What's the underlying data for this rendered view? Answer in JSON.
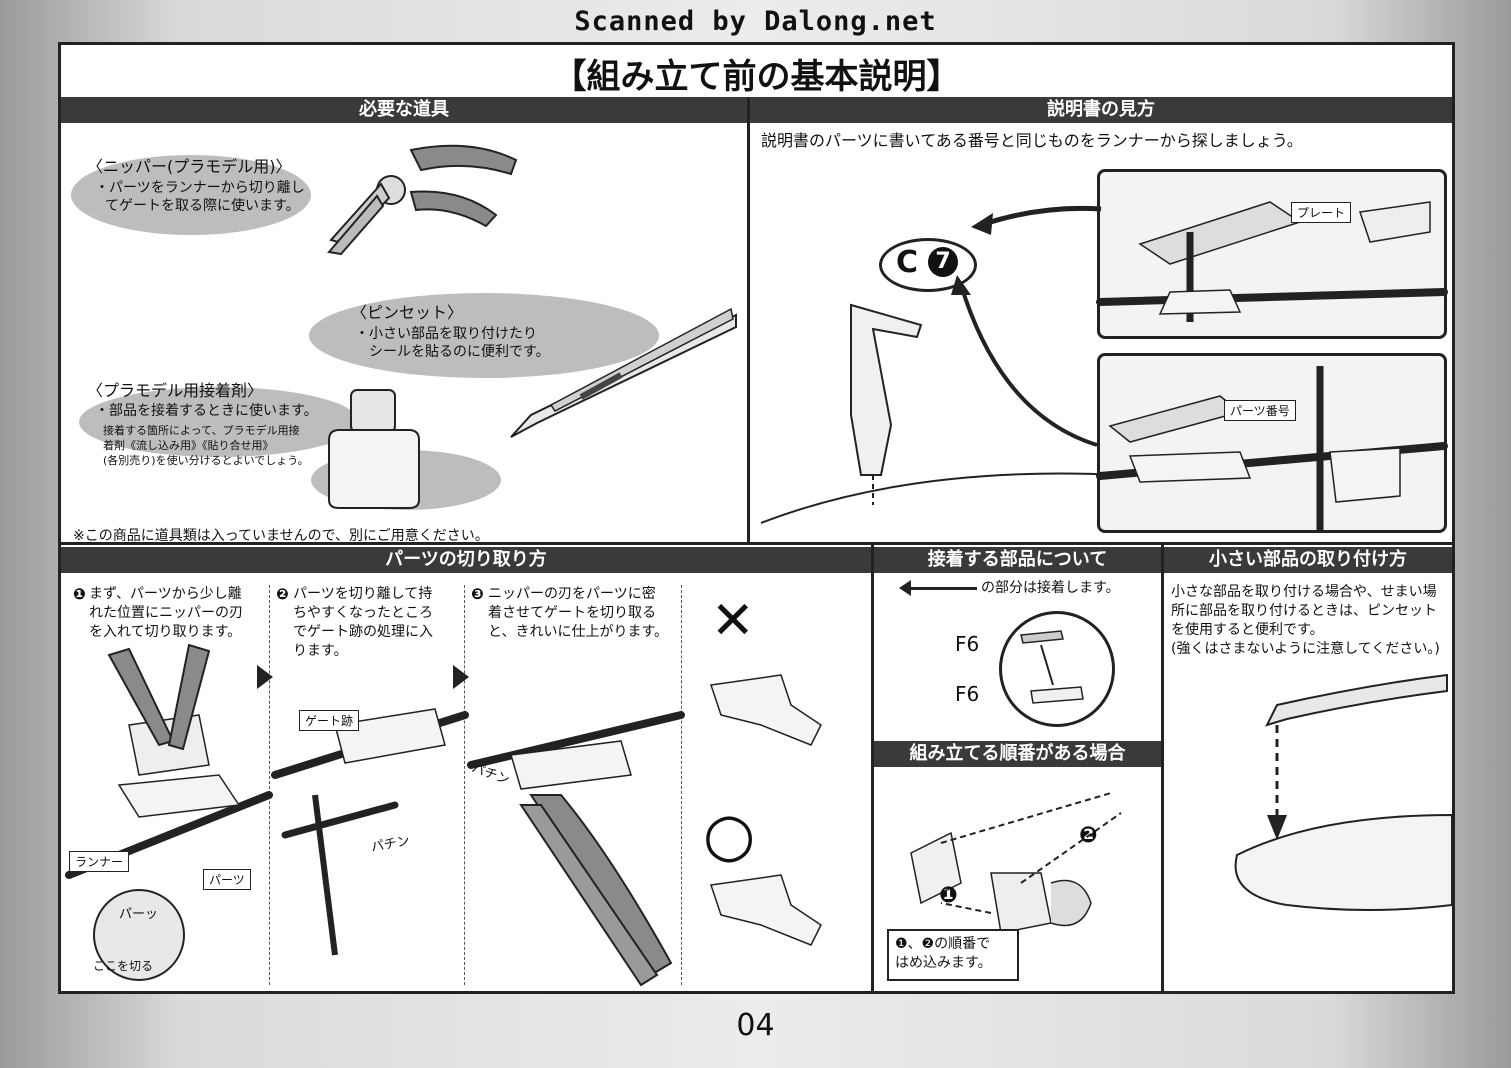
{
  "scan_credit": "Scanned by Dalong.net",
  "page_title": "【組み立て前の基本説明】",
  "tools": {
    "header": "必要な道具",
    "nipper_title": "〈ニッパー(プラモデル用)〉",
    "nipper_desc1": "・パーツをランナーから切り離し",
    "nipper_desc2": "てゲートを取る際に使います。",
    "tweezer_title": "〈ピンセット〉",
    "tweezer_desc1": "・小さい部品を取り付けたり",
    "tweezer_desc2": "シールを貼るのに便利です。",
    "glue_title": "〈プラモデル用接着剤〉",
    "glue_desc1": "・部品を接着するときに使います。",
    "glue_note1": "接着する箇所によって、プラモデル用接",
    "glue_note2": "着剤《流し込み用》《貼り合せ用》",
    "glue_note3": "(各別売り)を使い分けるとよいでしょう。",
    "footnote": "※この商品に道具類は入っていませんので、別にご用意ください。"
  },
  "manual": {
    "header": "説明書の見方",
    "instruction": "説明書のパーツに書いてある番号と同じものをランナーから探しましょう。",
    "callout_letter": "C",
    "callout_number": "7",
    "plate_label": "プレート",
    "part_number_label": "パーツ番号"
  },
  "cutting": {
    "header": "パーツの切り取り方",
    "step1_num": "❶",
    "step1_l1": "まず、パーツから少し離",
    "step1_l2": "れた位置にニッパーの刃",
    "step1_l3": "を入れて切り取ります。",
    "step2_num": "❷",
    "step2_l1": "パーツを切り離して持",
    "step2_l2": "ちやすくなったところ",
    "step2_l3": "でゲート跡の処理に入",
    "step2_l4": "ります。",
    "step3_num": "❸",
    "step3_l1": "ニッパーの刃をパーツに密",
    "step3_l2": "着させてゲートを切り取る",
    "step3_l3": "と、きれいに仕上がります。",
    "runner_label": "ランナー",
    "parts_label": "パーツ",
    "gate_label": "ゲート跡",
    "snap1": "パーッ",
    "snap2": "パチン",
    "snap3": "パチン",
    "cut_here": "ここを切る",
    "wrong_mark": "✕",
    "right_mark": "○"
  },
  "glue_parts": {
    "header": "接着する部品について",
    "desc": "の部分は接着します。",
    "f_label1": "F6",
    "f_label2": "F6"
  },
  "order": {
    "header": "組み立てる順番がある場合",
    "n1": "❶",
    "n2": "❷",
    "note_l1": "❶、❷の順番で",
    "note_l2": "はめ込みます。"
  },
  "small_parts": {
    "header": "小さい部品の取り付け方",
    "l1": "小さな部品を取り付ける場合や、せまい場",
    "l2": "所に部品を取り付けるときは、ピンセット",
    "l3": "を使用すると便利です。",
    "l4": "(強くはさまないように注意してください。)"
  },
  "page_number": "04"
}
